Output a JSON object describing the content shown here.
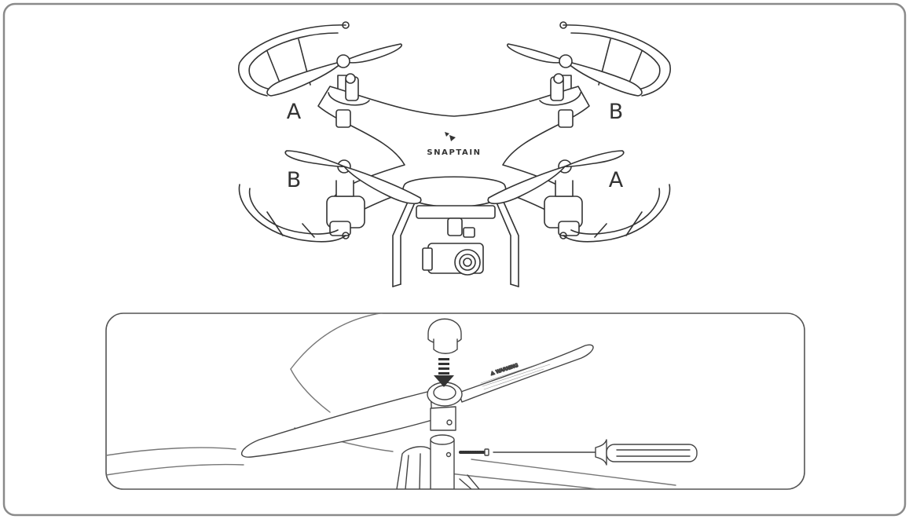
{
  "figure": {
    "motor_labels": {
      "front_left": "A",
      "front_right": "B",
      "rear_left": "B",
      "rear_right": "A"
    },
    "brand": "SNAPTAIN",
    "warning_text": "⚠ WARNING",
    "colors": {
      "outline": "#333333",
      "frame_border": "#8a8a8a",
      "fill": "#ffffff"
    }
  }
}
